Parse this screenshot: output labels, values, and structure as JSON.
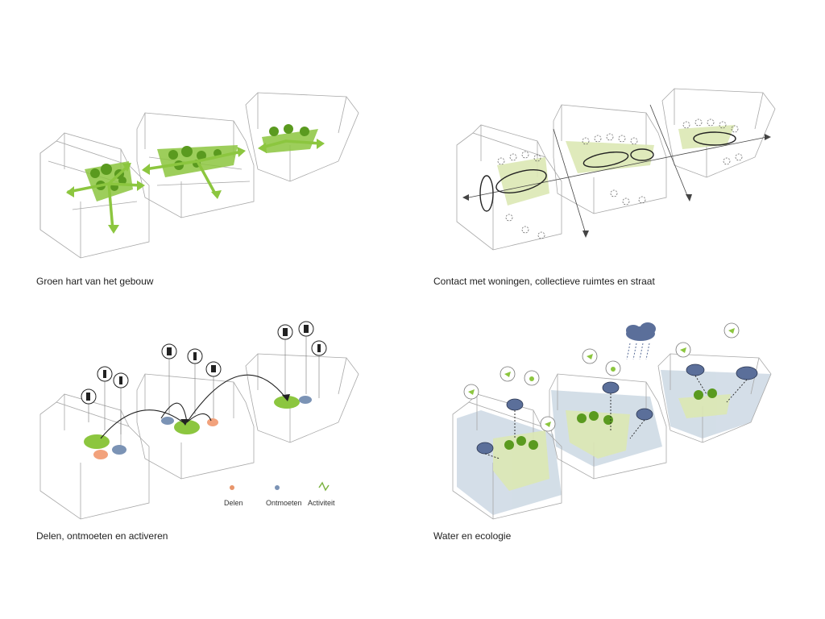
{
  "panels": [
    {
      "caption": "Groen hart van het gebouw"
    },
    {
      "caption": "Contact met woningen, collectieve ruimtes en straat"
    },
    {
      "caption": "Delen, ontmoeten en activeren"
    },
    {
      "caption": "Water en ecologie"
    }
  ],
  "legend": {
    "items": [
      {
        "label": "Delen",
        "icon": "share-icon",
        "color": "#e8956a"
      },
      {
        "label": "Ontmoeten",
        "icon": "meet-icon",
        "color": "#7b93b5"
      },
      {
        "label": "Activiteit",
        "icon": "activity-icon",
        "color": "#7cb342"
      }
    ]
  },
  "colors": {
    "green": "#8cc63f",
    "green_dark": "#5a9a1f",
    "green_light": "#dce8b4",
    "blue_dark": "#5b6f9a",
    "blue_light": "#c9d6e2",
    "orange": "#f2a27c",
    "line": "#9a9a9a"
  }
}
